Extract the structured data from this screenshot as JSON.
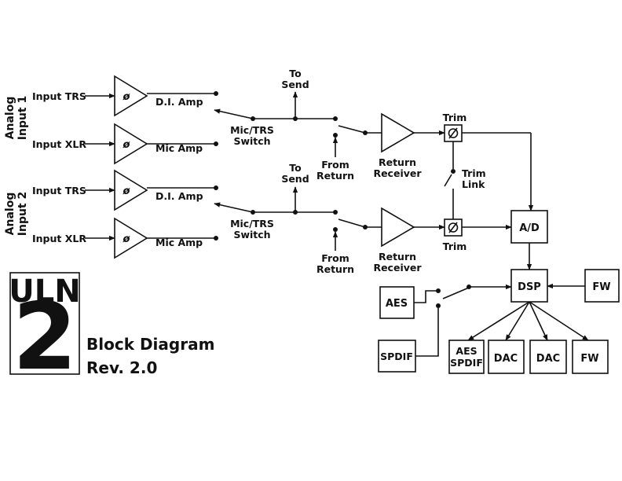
{
  "colors": {
    "ink": "#111111",
    "background": "#ffffff"
  },
  "logo": {
    "brand": "ULN",
    "number": "2"
  },
  "title": {
    "line1": "Block Diagram",
    "line2": "Rev. 2.0"
  },
  "channels": [
    {
      "side_label_1": "Analog",
      "side_label_2": "Input 1",
      "input_trs": "Input TRS",
      "input_xlr": "Input XLR",
      "di_amp": "D.I. Amp",
      "mic_amp": "Mic Amp",
      "switch_1": "Mic/TRS",
      "switch_2": "Switch",
      "send_1": "To",
      "send_2": "Send",
      "from_1": "From",
      "from_2": "Return",
      "receiver_1": "Return",
      "receiver_2": "Receiver",
      "trim": "Trim"
    },
    {
      "side_label_1": "Analog",
      "side_label_2": "Input 2",
      "input_trs": "Input TRS",
      "input_xlr": "Input XLR",
      "di_amp": "D.I. Amp",
      "mic_amp": "Mic Amp",
      "switch_1": "Mic/TRS",
      "switch_2": "Switch",
      "send_1": "To",
      "send_2": "Send",
      "from_1": "From",
      "from_2": "Return",
      "receiver_1": "Return",
      "receiver_2": "Receiver",
      "trim": "Trim"
    }
  ],
  "trim_link": {
    "line1": "Trim",
    "line2": "Link"
  },
  "amp_symbol": "ø",
  "blocks": {
    "ad": "A/D",
    "dsp": "DSP",
    "fw_in": "FW",
    "aes": "AES",
    "spdif": "SPDIF",
    "aes_spdif_1": "AES",
    "aes_spdif_2": "SPDIF",
    "dac_1": "DAC",
    "dac_2": "DAC",
    "fw_out": "FW"
  }
}
